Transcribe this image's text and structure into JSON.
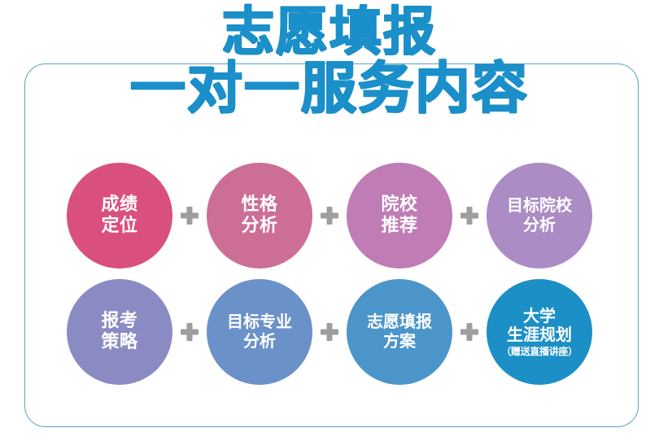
{
  "poster": {
    "title_line_1": "志愿填报",
    "title_line_2": "一对一服务内容",
    "title_color": "#1b8fc9",
    "frame_color": "#5ba3bd",
    "background_color": "#ffffff",
    "plus_color": "#9e9e9e"
  },
  "separator": {
    "symbol": "+"
  },
  "rows": [
    {
      "items": [
        {
          "label": "成绩\n定位",
          "color": "#d94f7d",
          "sublabel": ""
        },
        {
          "label": "性格\n分析",
          "color": "#cc6e96",
          "sublabel": ""
        },
        {
          "label": "院校\n推荐",
          "color": "#bf7cb5",
          "sublabel": ""
        },
        {
          "label": "目标院校\n分析",
          "color": "#ab8cc4",
          "sublabel": ""
        }
      ]
    },
    {
      "items": [
        {
          "label": "报考\n策略",
          "color": "#8b8bc4",
          "sublabel": ""
        },
        {
          "label": "目标专业\n分析",
          "color": "#6a92c8",
          "sublabel": ""
        },
        {
          "label": "志愿填报\n方案",
          "color": "#4b95ca",
          "sublabel": ""
        },
        {
          "label": "大学\n生涯规划",
          "color": "#1b8fc6",
          "sublabel": "（赠送直播讲座）"
        }
      ]
    }
  ]
}
